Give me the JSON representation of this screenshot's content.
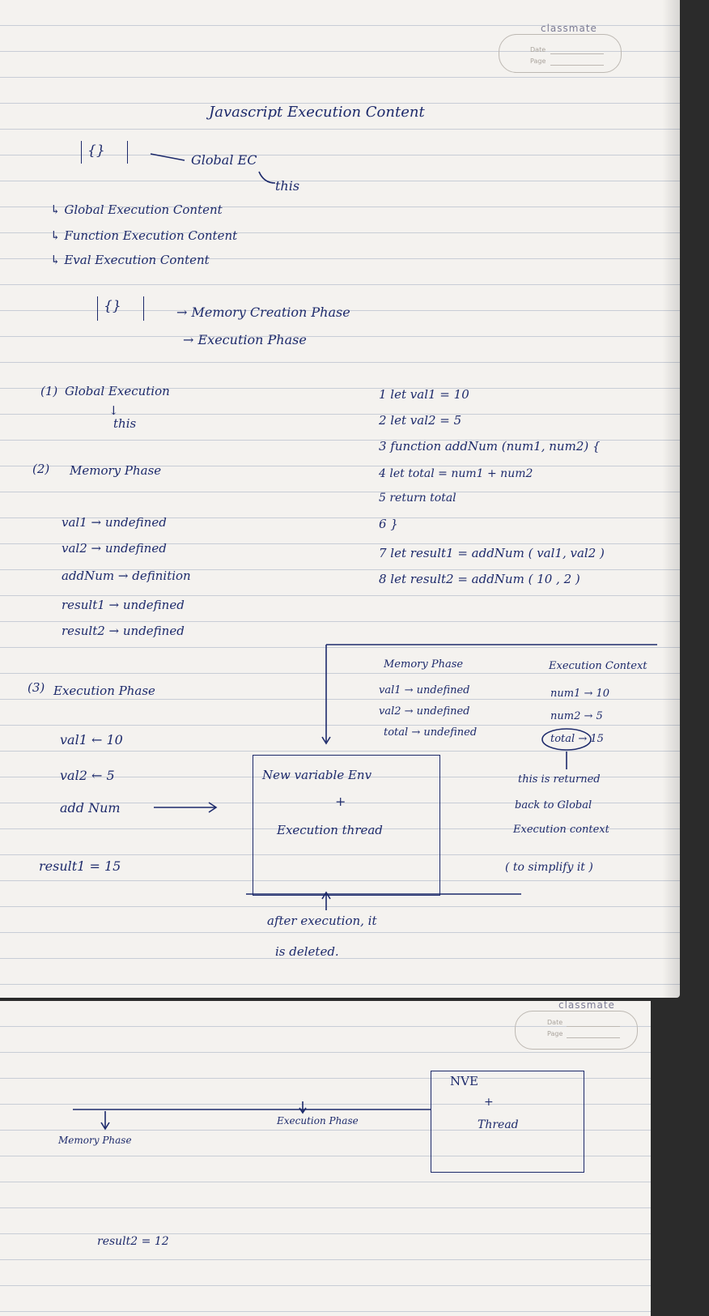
{
  "notebook_brand": "classmate",
  "brand_date_label": "Date",
  "brand_page_label": "Page",
  "page1": {
    "title": "Javascript Execution Content",
    "braces": "{}",
    "global_ec": "Global EC",
    "this_label": "this",
    "types": [
      "Global Execution Content",
      "Function Execution Content",
      "Eval Execution Content"
    ],
    "phases": [
      "Memory Creation Phase",
      "Execution Phase"
    ],
    "global_execution": "Global Execution",
    "memory_phase_heading": "Memory Phase",
    "execution_phase_heading": "Execution Phase",
    "num1": "1",
    "num2": "2",
    "num3": "3",
    "code_lines": [
      "1  let  val1  = 10",
      "2  let  val2 = 5",
      "3  function  addNum (num1, num2) {",
      "4          let total = num1 + num2",
      "5          return total",
      "6  }",
      "7  let result1 = addNum ( val1, val2 )",
      "8  let result2 = addNum ( 10 , 2 )"
    ],
    "memory_entries": [
      "val1 → undefined",
      "val2 → undefined",
      "addNum → definition",
      "result1 → undefined",
      "result2 → undefined"
    ],
    "execution_entries": [
      "val1 ← 10",
      "val2 ← 5",
      "add Num"
    ],
    "result1": "result1 = 15",
    "nve_box": [
      "New variable Env",
      "+",
      "Execution thread"
    ],
    "after_execution": [
      "after execution, it",
      "is deleted."
    ],
    "inner_memory_heading": "Memory Phase",
    "inner_memory": [
      "val1 → undefined",
      "val2 → undefined",
      "total → undefined"
    ],
    "inner_exec_heading": "Execution Context",
    "inner_exec": [
      "num1 → 10",
      "num2 → 5",
      "total → 15"
    ],
    "returned_note": [
      "this is returned",
      "back to Global",
      "Execution context",
      "( to simplify it )"
    ]
  },
  "page2": {
    "memory_phase": "Memory Phase",
    "execution_phase": "Execution Phase",
    "nve": "NVE",
    "plus": "+",
    "thread": "Thread",
    "result2": "result2 = 12"
  }
}
